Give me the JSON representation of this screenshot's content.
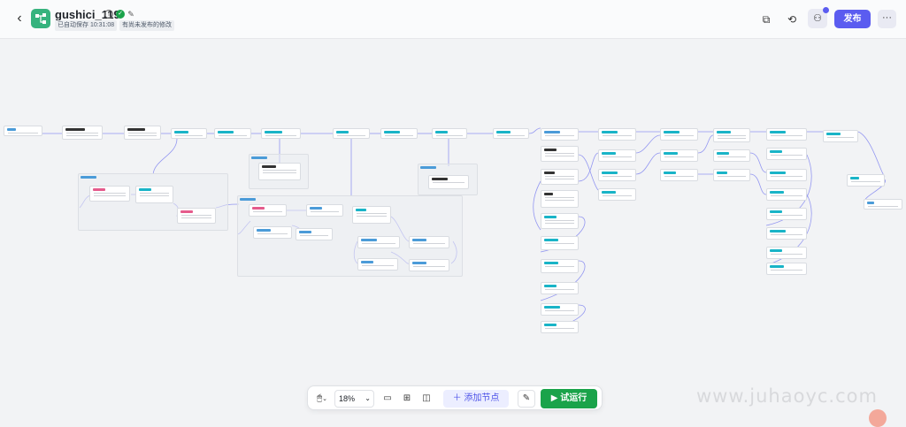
{
  "header": {
    "title": "gushici_119",
    "autosave": "已自动保存 10:31:08",
    "unpublished": "有尚未发布的修改",
    "publish_label": "发布"
  },
  "icons": {
    "back": "chevron-left-icon",
    "info": "info-icon",
    "verified": "check-circle-icon",
    "edit": "edit-icon",
    "copy": "copy-icon",
    "history": "history-icon",
    "collab": "users-icon",
    "more": "more-icon"
  },
  "colors": {
    "accent": "#5b5cf0",
    "run": "#1aa34a",
    "app": "#36b37e"
  },
  "toolbar": {
    "zoom": "18%",
    "add_node": "添加节点",
    "run": "试运行"
  },
  "watermark": "www.juhaoyc.com"
}
